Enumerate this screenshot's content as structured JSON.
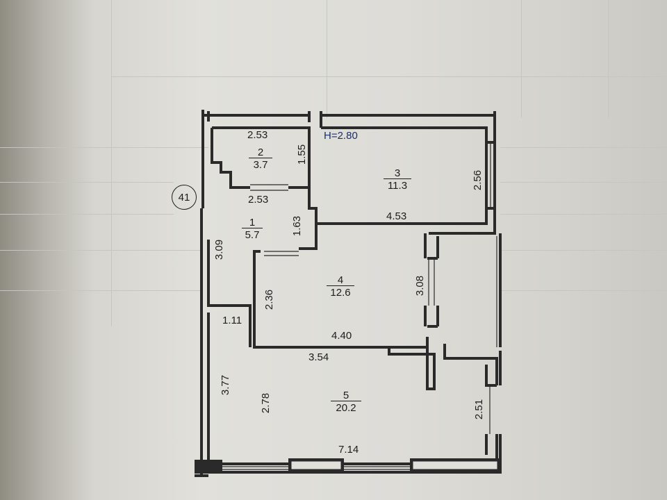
{
  "header_faint": {
    "text_lines": [
      "",
      "",
      ""
    ]
  },
  "apartment": {
    "number": "41",
    "ceiling_height": "H=2.80"
  },
  "rooms": [
    {
      "id": "1",
      "area": "5.7"
    },
    {
      "id": "2",
      "area": "3.7"
    },
    {
      "id": "3",
      "area": "11.3"
    },
    {
      "id": "4",
      "area": "12.6"
    },
    {
      "id": "5",
      "area": "20.2"
    }
  ],
  "dimensions": {
    "room2_width": "2.53",
    "room2_depth": "1.55",
    "room1_width": "2.53",
    "room1_depth_right": "1.63",
    "room1_depth_left": "3.09",
    "room3_width": "4.53",
    "room3_depth": "2.56",
    "room4_width": "4.40",
    "room4_depth_left": "2.36",
    "room4_depth_right": "3.08",
    "passage_width": "1.11",
    "room5_width_top": "3.54",
    "room5_depth_left": "3.77",
    "room5_depth_inner": "2.78",
    "room5_depth_right": "2.51",
    "room5_width_bottom": "7.14"
  },
  "colors": {
    "wall": "#2a2a2a",
    "ink": "#1d1d1d",
    "height_ink": "#1c2f6a",
    "paper": "#e0dfda"
  }
}
